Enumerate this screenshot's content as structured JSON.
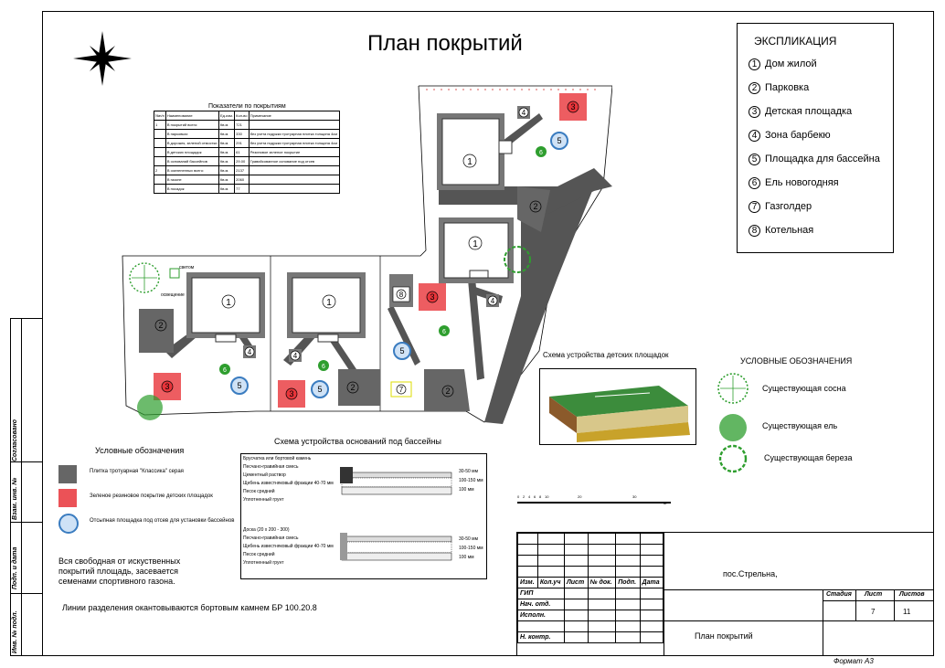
{
  "title": "План покрытий",
  "explication": {
    "heading": "ЭКСПЛИКАЦИЯ",
    "items": [
      {
        "num": "1",
        "label": "Дом жилой"
      },
      {
        "num": "2",
        "label": "Парковка"
      },
      {
        "num": "3",
        "label": "Детская площадка"
      },
      {
        "num": "4",
        "label": "Зона барбекю"
      },
      {
        "num": "5",
        "label": "Площадка для бассейна"
      },
      {
        "num": "6",
        "label": "Ель новогодняя"
      },
      {
        "num": "7",
        "label": "Газголдер"
      },
      {
        "num": "8",
        "label": "Котельная"
      }
    ]
  },
  "indicators_table": {
    "caption": "Показатели по покрытиям",
    "headers": [
      "№п/п",
      "Наименование",
      "Ед.изм.",
      "Кол-во",
      "Примечание"
    ],
    "rows": [
      [
        "1",
        "В покрытий всего:",
        "Кв.м.",
        "721",
        ""
      ],
      [
        "",
        "В парковках",
        "Кв.м.",
        "330",
        "без учета подужки тротуарная плитка толщина 4см"
      ],
      [
        "",
        "В дорожек, зеленой отмостки",
        "Кв.м.",
        "291",
        "без учета подужки тротуарная плитка толщина 4см"
      ],
      [
        "",
        "В детских площадок",
        "Кв.м.",
        "61",
        "Резиновое зеленое покрытие"
      ],
      [
        "",
        "В оснований бассейнов",
        "Кв.м.",
        "29.00",
        "Гравийсованное основание под отсев"
      ],
      [
        "2",
        "В озелененных всего:",
        "Кв.м.",
        "2137",
        ""
      ],
      [
        "",
        "В газоне",
        "Кв.м.",
        "2060",
        ""
      ],
      [
        "",
        "В посадок",
        "Кв.м.",
        "77",
        ""
      ]
    ]
  },
  "plan_labels": {
    "house": "1",
    "parking": "2",
    "playground": "3",
    "bbq": "4",
    "pool": "5",
    "spruce": "6",
    "gas": "7",
    "boiler": "8",
    "spot_label_1": "светом",
    "spot_label_2": "освещение"
  },
  "legend_left": {
    "heading": "Условные обозначения",
    "items": [
      "Плитка тротуарная \"Классика\" серая",
      "Зеленое резиновое покрытие детских площадок",
      "Отсыпная площадка под отсев для установки бассейнов"
    ],
    "note1": "Вся свободная от искуственных покрытий площадь, засевается семенами спортивного газона.",
    "note2": "Линии разделения окантовываются бортовым камнем БР 100.20.8"
  },
  "pool_scheme": {
    "heading": "Схема устройства оснований под бассейны",
    "top_labels": [
      "Брусчатка или бортовой камень",
      "Песчано-гравийная смесь",
      "Цементный раствор",
      "Щебень известняковый фракции 40-70 мм",
      "Песок средний",
      "Уплотненный грунт"
    ],
    "top_dims": [
      "30-50 мм",
      "100-150 мм",
      "100 мм"
    ],
    "bottom_labels": [
      "Доска (20 х 200 - 300)",
      "Песчано-гравийная смесь",
      "Щебень известняковый фракции 40-70 мм",
      "Песок средний",
      "Уплотненный грунт"
    ],
    "bottom_dims": [
      "30-50 мм",
      "100-150 мм",
      "100 мм"
    ]
  },
  "playground_scheme": {
    "heading": "Схема устройства детских площадок"
  },
  "legend_right": {
    "heading": "УСЛОВНЫЕ ОБОЗНАЧЕНИЯ",
    "items": [
      "Существующая сосна",
      "Существующая ель",
      "Существующая береза"
    ]
  },
  "scale": {
    "ticks": [
      "0",
      "2",
      "4",
      "6",
      "8",
      "10",
      "20",
      "30"
    ],
    "unit": "м"
  },
  "stamp": {
    "location": "пос.Стрельна,",
    "headers": [
      "Изм.",
      "Кол.уч",
      "Лист",
      "№ док.",
      "Подп.",
      "Дата"
    ],
    "roles": [
      "ГИП",
      "Нач. отд.",
      "Исполн.",
      "",
      "Н. контр."
    ],
    "stage_h": "Стадия",
    "sheet_h": "Лист",
    "sheets_h": "Листов",
    "sheet_v": "7",
    "sheets_v": "11",
    "sheet_title": "План покрытий",
    "format": "Формат  А3"
  },
  "side_stamp": {
    "labels": [
      "Согласовано",
      "Взам. инв. №",
      "Подп. и дата",
      "Инв. № подл."
    ]
  },
  "colors": {
    "tile": "#666666",
    "rubber": "#e8343a",
    "pool": "#3a7cc0",
    "tree": "#2e9e2e"
  }
}
